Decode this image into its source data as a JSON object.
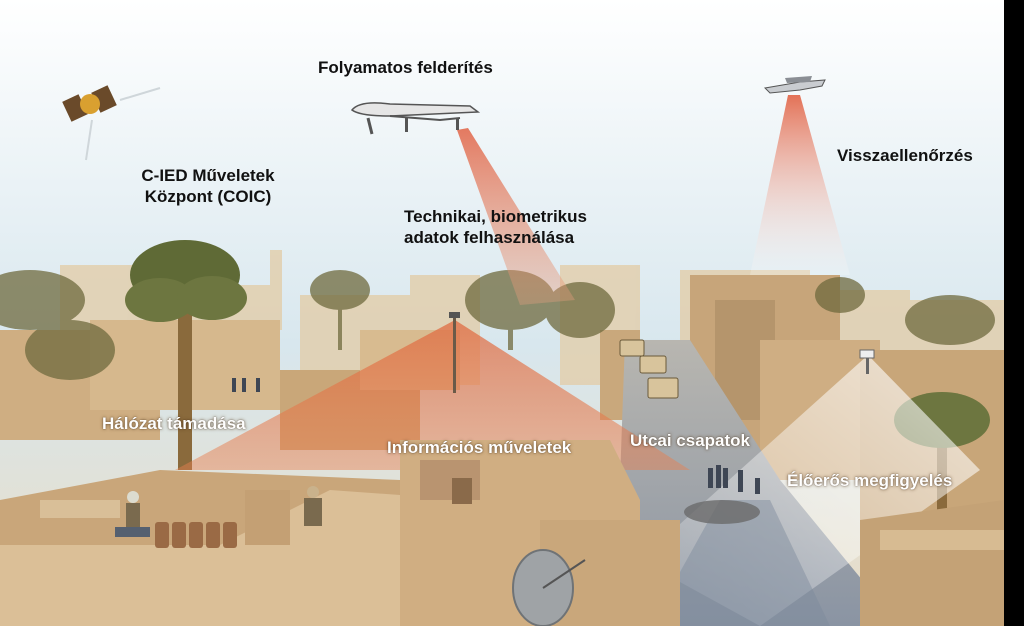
{
  "labels": {
    "reconnaissance": "Folyamatos felderítés",
    "coic_line1": "C-IED Műveletek",
    "coic_line2": "Központ (COIC)",
    "technical_line1": "Technikai, biometrikus",
    "technical_line2": "adatok felhasználása",
    "verification": "Visszaellenőrzés",
    "network_attack": "Hálózat támadása",
    "info_ops": "Információs műveletek",
    "street_troops": "Utcai csapatok",
    "live_surveillance": "Élőerős megfigyelés"
  },
  "colors": {
    "sky_top": "#ffffff",
    "sky_bottom": "#cfe1ea",
    "city_sand": "#d2b48c",
    "city_shadow": "#a88a62",
    "beam_red": "#e05a3a",
    "beam_white": "#ffffff",
    "street": "#8f9aa8"
  },
  "icons": [
    "satellite-icon",
    "drone-icon",
    "aircraft-icon",
    "camera-icon",
    "satellite-dish-icon",
    "palm-tree-icon"
  ]
}
